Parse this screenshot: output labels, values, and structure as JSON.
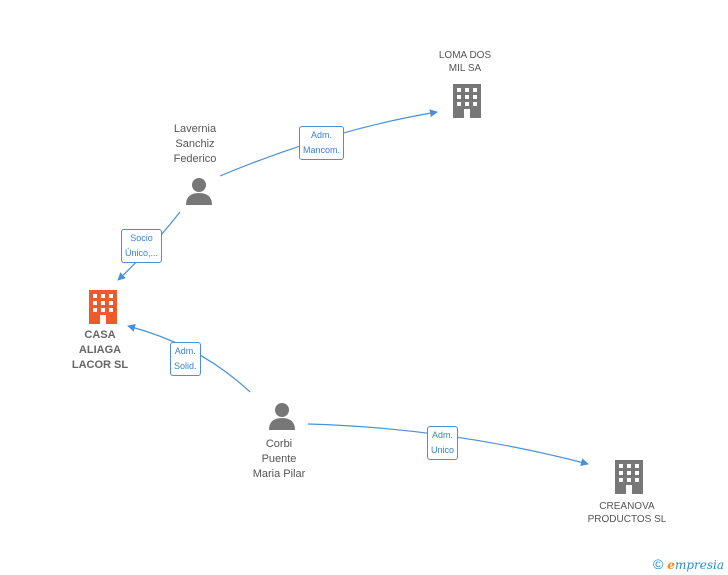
{
  "nodes": {
    "loma": {
      "label_lines": [
        "LOMA DOS",
        "MIL SA"
      ],
      "type": "company"
    },
    "lavernia": {
      "label_lines": [
        "Lavernia",
        "Sanchiz",
        "Federico"
      ],
      "type": "person"
    },
    "casa": {
      "label_lines": [
        "CASA",
        "ALIAGA",
        "LACOR SL"
      ],
      "type": "company-focus"
    },
    "corbi": {
      "label_lines": [
        "Corbi",
        "Puente",
        "Maria Pilar"
      ],
      "type": "person"
    },
    "creanova": {
      "label_lines": [
        "CREANOVA",
        "PRODUCTOS SL"
      ],
      "type": "company"
    }
  },
  "edges": [
    {
      "from": "lavernia",
      "to": "loma",
      "label_lines": [
        "Adm.",
        "Mancom."
      ]
    },
    {
      "from": "lavernia",
      "to": "casa",
      "label_lines": [
        "Socio",
        "Único,..."
      ]
    },
    {
      "from": "corbi",
      "to": "casa",
      "label_lines": [
        "Adm.",
        "Solid."
      ]
    },
    {
      "from": "corbi",
      "to": "creanova",
      "label_lines": [
        "Adm.",
        "Unico"
      ]
    }
  ],
  "colors": {
    "edge": "#4a90d9",
    "company_icon": "#777777",
    "focus_icon": "#f05a28",
    "person_icon": "#777777"
  },
  "brand": {
    "copyright": "©",
    "name_first": "e",
    "name_rest": "mpresia"
  }
}
